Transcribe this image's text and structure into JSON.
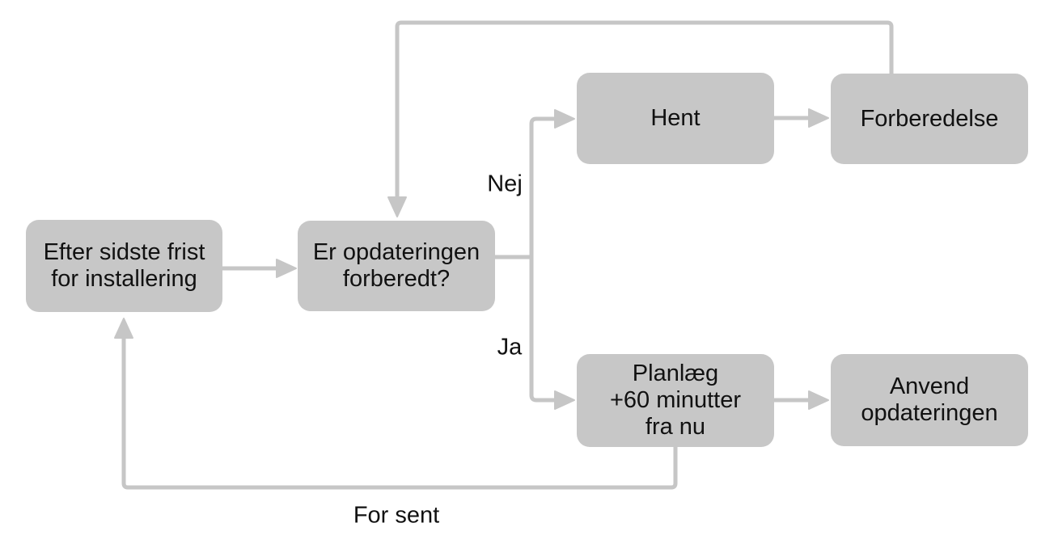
{
  "diagram": {
    "type": "flowchart",
    "language": "da",
    "nodes": {
      "after_deadline": {
        "label": "Efter sidste frist\nfor installering"
      },
      "update_prepared": {
        "label": "Er opdateringen\nforberedt?"
      },
      "download": {
        "label": "Hent"
      },
      "prepare": {
        "label": "Forberedelse"
      },
      "schedule": {
        "label": "Planlæg\n+60 minutter\nfra nu"
      },
      "apply_update": {
        "label": "Anvend\nopdateringen"
      }
    },
    "edges": [
      {
        "from": "after_deadline",
        "to": "update_prepared",
        "label": ""
      },
      {
        "from": "update_prepared",
        "to": "download",
        "label": "Nej"
      },
      {
        "from": "update_prepared",
        "to": "schedule",
        "label": "Ja"
      },
      {
        "from": "download",
        "to": "prepare",
        "label": ""
      },
      {
        "from": "prepare",
        "to": "update_prepared",
        "label": ""
      },
      {
        "from": "schedule",
        "to": "apply_update",
        "label": ""
      },
      {
        "from": "schedule",
        "to": "after_deadline",
        "label": "For sent"
      }
    ]
  },
  "colors": {
    "node_fill": "#c7c7c7",
    "connector": "#c6c6c6",
    "text": "#111111",
    "background": "#ffffff"
  }
}
